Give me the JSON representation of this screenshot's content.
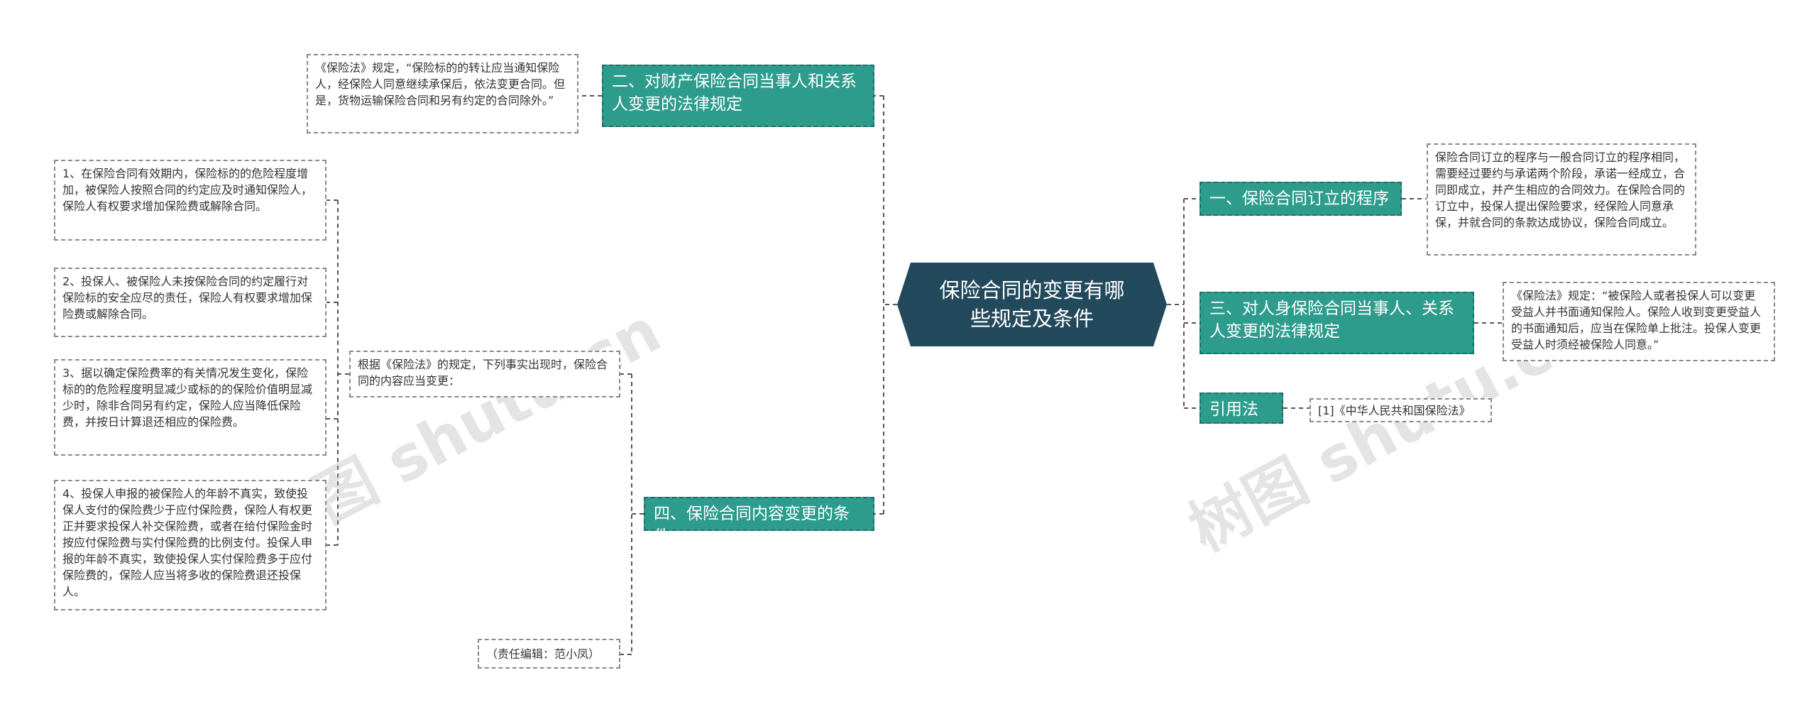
{
  "root": {
    "title": "保险合同的变更有哪些规定及条件"
  },
  "branches": {
    "b1": "一、保险合同订立的程序",
    "b2": "二、对财产保险合同当事人和关系人变更的法律规定",
    "b3": "三、对人身保险合同当事人、关系人变更的法律规定",
    "b4": "四、保险合同内容变更的条件",
    "b5": "引用法条"
  },
  "leaves": {
    "b1_detail": "保险合同订立的程序与一般合同订立的程序相同，需要经过要约与承诺两个阶段，承诺一经成立，合同即成立，并产生相应的合同效力。在保险合同的订立中，投保人提出保险要求，经保险人同意承保，并就合同的条款达成协议，保险合同成立。",
    "b2_detail": "《保险法》规定，“保险标的的转让应当通知保险人，经保险人同意继续承保后，依法变更合同。但是，货物运输保险合同和另有约定的合同除外。”",
    "b3_detail": "《保险法》规定：“被保险人或者投保人可以变更受益人并书面通知保险人。保险人收到变更受益人的书面通知后，应当在保险单上批注。投保人变更受益人时须经被保险人同意。”",
    "b4_intro": "根据《保险法》的规定，下列事实出现时，保险合同的内容应当变更：",
    "b4_item1": "1、在保险合同有效期内，保险标的的危险程度增加，被保险人按照合同的约定应及时通知保险人，保险人有权要求增加保险费或解除合同。",
    "b4_item2": "2、投保人、被保险人未按保险合同的约定履行对保险标的安全应尽的责任，保险人有权要求增加保险费或解除合同。",
    "b4_item3": "3、据以确定保险费率的有关情况发生变化，保险标的的危险程度明显减少或标的的保险价值明显减少时，除非合同另有约定，保险人应当降低保险费，并按日计算退还相应的保险费。",
    "b4_item4": "4、投保人申报的被保险人的年龄不真实，致使投保人支付的保险费少于应付保险费，保险人有权更正并要求投保人补交保险费，或者在给付保险金时按应付保险费与实付保险费的比例支付。投保人申报的年龄不真实，致使投保人实付保险费多于应付保险费的，保险人应当将多收的保险费退还投保人。",
    "b4_editor": "（责任编辑：范小凤）",
    "b5_ref": "[1]《中华人民共和国保险法》"
  },
  "watermarks": [
    "树图 shutu.cn",
    "树图 shutu.cn"
  ],
  "colors": {
    "root_fill": "#234a5c",
    "branch_fill": "#2e9c8c",
    "connector": "#555555",
    "leaf_border": "#8a8a8a"
  }
}
